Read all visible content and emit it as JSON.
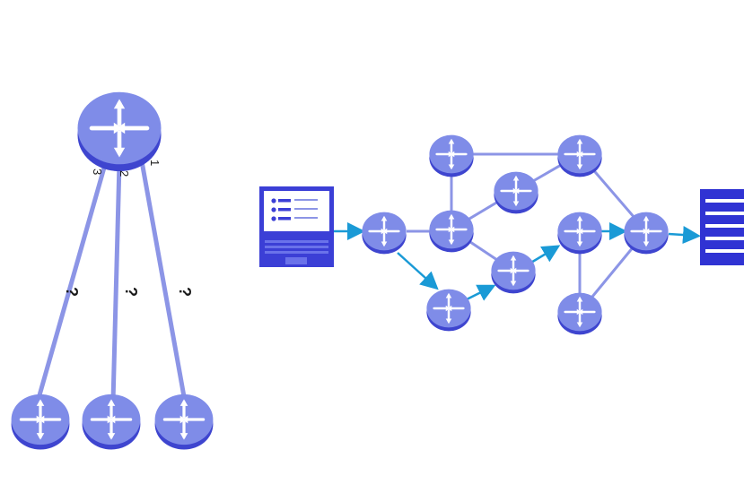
{
  "colors": {
    "link": "#8c95e6",
    "router_top": "#7f8ce8",
    "router_side": "#3e45cf",
    "router_arrow": "#ffffff",
    "flow_arrow": "#1a9ad6",
    "device": "#3b3fd6",
    "screen": "#ffffff",
    "server": "#3033d3"
  },
  "left_diagram": {
    "port_labels": [
      "3",
      "2",
      "1"
    ],
    "unknown_labels": [
      "?",
      "?",
      "?"
    ]
  },
  "right_diagram": {
    "source": "laptop",
    "destination": "server",
    "flow_description_icon": "router-icon"
  }
}
